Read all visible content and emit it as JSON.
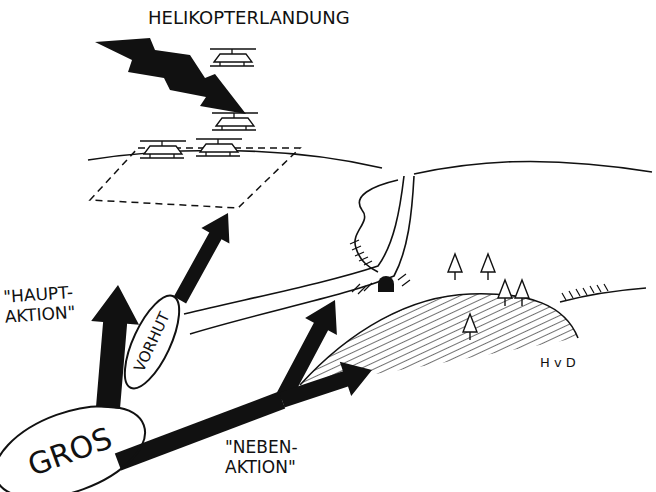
{
  "diagram": {
    "nodes": [
      {
        "text": [
          "VORHUT"
        ]
      },
      {
        "text": [
          "GROS"
        ]
      }
    ],
    "labels": [
      "HELIKOPTERLANDUNG",
      "\"HAUPT- AKTION\"",
      "\"NEBEN- AKTION\"",
      "H v D"
    ]
  }
}
